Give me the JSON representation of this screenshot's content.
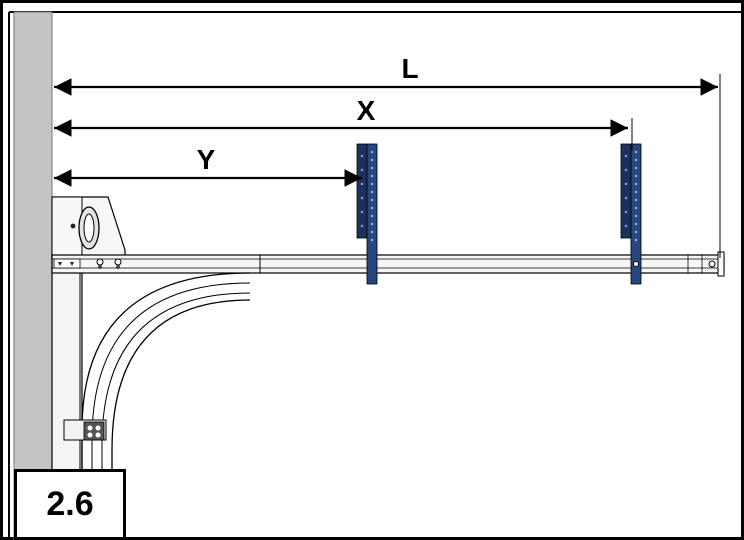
{
  "figure": {
    "number": "2.6"
  },
  "dimensions": [
    {
      "id": "L",
      "label": "L"
    },
    {
      "id": "X",
      "label": "X"
    },
    {
      "id": "Y",
      "label": "Y"
    }
  ],
  "colors": {
    "wall": "#c4c4c4",
    "bracket": "#27477e",
    "bracket_dark": "#1b3260",
    "line": "#000000",
    "track_fill": "#f4f4f4"
  }
}
